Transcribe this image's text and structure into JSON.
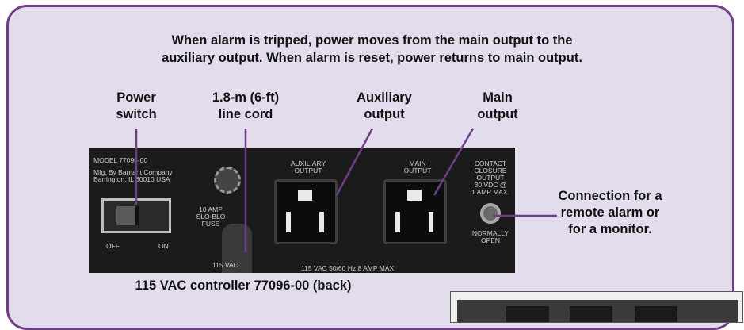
{
  "caption": {
    "line1": "When alarm is tripped, power moves from the main output to the",
    "line2": "auxiliary output. When alarm is reset, power returns to main output."
  },
  "labels": {
    "power_switch": [
      "Power",
      "switch"
    ],
    "line_cord": [
      "1.8-m (6-ft)",
      "line cord"
    ],
    "aux_output": [
      "Auxiliary",
      "output"
    ],
    "main_output": [
      "Main",
      "output"
    ],
    "connection": [
      "Connection for a",
      "remote alarm or",
      "for a monitor."
    ]
  },
  "panel": {
    "model": "MODEL 77096-00",
    "mfg_line1": "Mfg. By Barnant Company",
    "mfg_line2": "Barrington, IL 60010  USA",
    "fuse_line1": "10 AMP",
    "fuse_line2": "SLO-BLO",
    "fuse_line3": "FUSE",
    "off": "OFF",
    "on": "ON",
    "aux_line1": "AUXILIARY",
    "aux_line2": "OUTPUT",
    "main_line1": "MAIN",
    "main_line2": "OUTPUT",
    "contact": [
      "CONTACT",
      "CLOSURE",
      "OUTPUT",
      "30 VDC @",
      "1 AMP MAX."
    ],
    "normally": [
      "NORMALLY",
      "OPEN"
    ],
    "vac_left": "115 VAC",
    "vac_bottom": "115 VAC  50/60 Hz  8 AMP MAX"
  },
  "figure_caption": "115 VAC controller 77096-00 (back)",
  "colors": {
    "frame": "#6d3f86",
    "background": "#e2dced",
    "leader": "#6d3f86"
  }
}
